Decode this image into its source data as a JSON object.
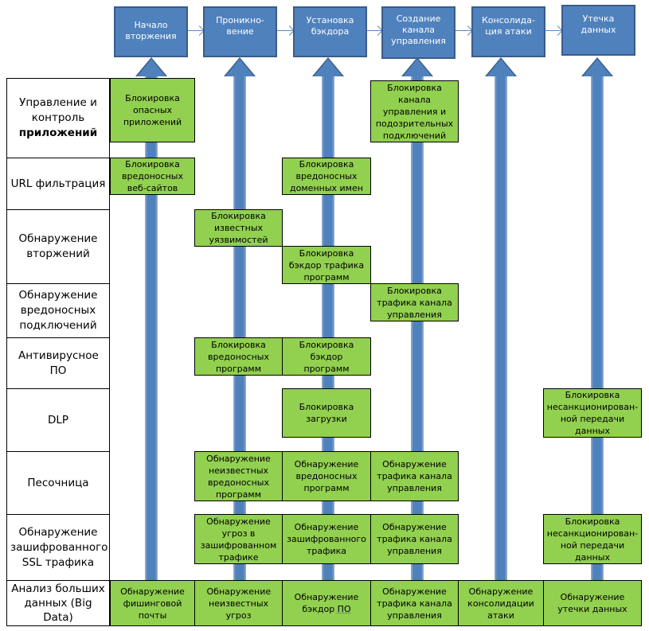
{
  "phases": [
    {
      "label": "Начало вторжения"
    },
    {
      "label": "Проникно-вение"
    },
    {
      "label": "Установка бэкдора"
    },
    {
      "label": "Создание канала управления"
    },
    {
      "label": "Консолида-ция атаки"
    },
    {
      "label": "Утечка данных"
    }
  ],
  "rows": [
    {
      "label_pre": "Управление и контроль",
      "label_bold": "приложений"
    },
    {
      "label": "URL фильтрация"
    },
    {
      "label": "Обнаружение вторжений"
    },
    {
      "label": "Обнаружение вредоносных подключений"
    },
    {
      "label": "Антивирусное ПО"
    },
    {
      "label": "DLP"
    },
    {
      "label": "Песочница"
    },
    {
      "label": "Обнаружение зашифрованного SSL трафика"
    },
    {
      "label": "Анализ больших данных (Big Data)"
    }
  ],
  "cells": {
    "app_control_phase1": "Блокировка опасных приложений",
    "app_control_phase4": "Блокировка канала управления и подозрительных подключений",
    "url_phase1": "Блокировка вредоносных веб-сайтов",
    "url_phase3": "Блокировка вредоносных доменных имен",
    "ids_phase2": "Блокировка известных уязвимостей",
    "ids_phase3": "Блокировка бэкдор трафика программ",
    "malconn_phase4": "Блокировка трафика канала управления",
    "av_phase2": "Блокировка вредоносных программ",
    "av_phase3": "Блокировка бэкдор программ",
    "dlp_phase3": "Блокировка загрузки",
    "dlp_phase6": "Блокировка несанкционирован-ной передачи данных",
    "sandbox_phase2": "Обнаружение неизвестных вредоносных программ",
    "sandbox_phase3": "Обнаружение вредоносных программ",
    "sandbox_phase4": "Обнаружение трафика канала управления",
    "ssl_phase2": "Обнаружение угроз в зашифрованном трафике",
    "ssl_phase3": "Обнаружение зашифрованного трафика",
    "ssl_phase4": "Обнаружение трафика канала управления",
    "ssl_phase6": "Блокировка несанкционирован-ной передачи данных",
    "bigdata_phase1": "Обнаружение фишинговой почты",
    "bigdata_phase2": "Обнаружение неизвестных угроз",
    "bigdata_phase3_pre": "Обнаружение бэкдор ",
    "bigdata_phase3_underlined": "ПО",
    "bigdata_phase4": "Обнаружение трафика канала управления",
    "bigdata_phase5": "Обнаружение консолидации атаки",
    "bigdata_phase6": "Обнаружение утечки данных"
  },
  "colors": {
    "phase_fill": "#4f81bd",
    "phase_border": "#385d8a",
    "cell_fill": "#92d050"
  }
}
